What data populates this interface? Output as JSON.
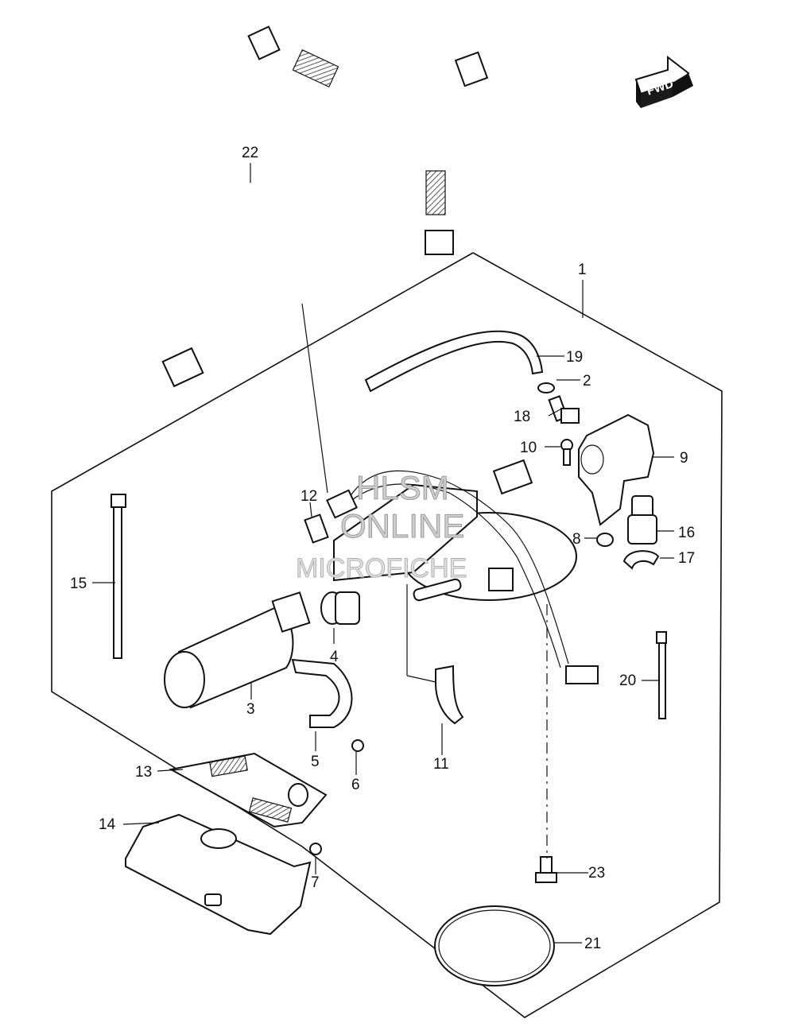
{
  "fwd_badge": "FWD",
  "watermark": [
    "HLSM",
    "ONLINE",
    "MICROFICHE"
  ],
  "callouts": [
    "1",
    "2",
    "3",
    "4",
    "5",
    "6",
    "7",
    "8",
    "9",
    "10",
    "11",
    "12",
    "13",
    "14",
    "15",
    "16",
    "17",
    "18",
    "19",
    "20",
    "21",
    "22",
    "23"
  ],
  "parts": [
    {
      "number": "22",
      "shape": "hose-assembly"
    },
    {
      "number": "1",
      "shape": "fuel-pump-assembly"
    },
    {
      "number": "19",
      "shape": "hose"
    },
    {
      "number": "2",
      "shape": "o-ring"
    },
    {
      "number": "18",
      "shape": "fitting"
    },
    {
      "number": "10",
      "shape": "screw"
    },
    {
      "number": "9",
      "shape": "housing"
    },
    {
      "number": "8",
      "shape": "o-ring"
    },
    {
      "number": "16",
      "shape": "valve"
    },
    {
      "number": "17",
      "shape": "clip"
    },
    {
      "number": "12",
      "shape": "connector"
    },
    {
      "number": "15",
      "shape": "cable-tie"
    },
    {
      "number": "4",
      "shape": "grommet"
    },
    {
      "number": "3",
      "shape": "fuel-pump"
    },
    {
      "number": "5",
      "shape": "band"
    },
    {
      "number": "6",
      "shape": "screw"
    },
    {
      "number": "11",
      "shape": "bracket"
    },
    {
      "number": "20",
      "shape": "cable-tie"
    },
    {
      "number": "13",
      "shape": "filter"
    },
    {
      "number": "14",
      "shape": "cover"
    },
    {
      "number": "7",
      "shape": "nut"
    },
    {
      "number": "23",
      "shape": "bolt"
    },
    {
      "number": "21",
      "shape": "gasket"
    }
  ]
}
